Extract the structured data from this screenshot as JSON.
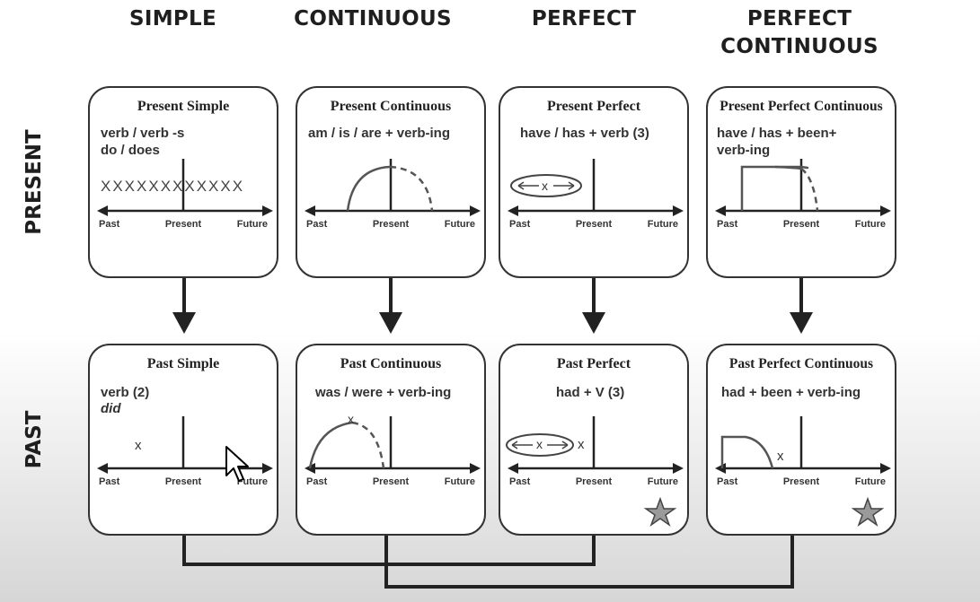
{
  "column_headers": [
    "SIMPLE",
    "CONTINUOUS",
    "PERFECT",
    [
      "PERFECT",
      "CONTINUOUS"
    ]
  ],
  "row_headers": [
    "PRESENT",
    "PAST"
  ],
  "timeline_labels": {
    "past": "Past",
    "present": "Present",
    "future": "Future"
  },
  "boxes": {
    "present_simple": {
      "title": "Present Simple",
      "form1": "verb / verb -s",
      "form2": "do / does",
      "marks": "XXXXXXXXXXXX"
    },
    "present_continuous": {
      "title": "Present Continuous",
      "form1": "am / is / are + verb-ing"
    },
    "present_perfect": {
      "title": "Present Perfect",
      "form1": "have / has + verb (3)",
      "mark": "x"
    },
    "present_perfect_continuous": {
      "title": "Present Perfect Continuous",
      "form1": "have / has + been+",
      "form2": "verb-ing"
    },
    "past_simple": {
      "title": "Past Simple",
      "form1": "verb (2)",
      "form2": "did",
      "mark": "x"
    },
    "past_continuous": {
      "title": "Past Continuous",
      "form1": "was / were + verb-ing",
      "mark": "x"
    },
    "past_perfect": {
      "title": "Past Perfect",
      "form1": "had + V (3)",
      "mark": "x",
      "mark2": "x"
    },
    "past_perfect_continuous": {
      "title": "Past Perfect Continuous",
      "form1": "had + been + verb-ing",
      "mark": "x"
    }
  },
  "colors": {
    "line": "#222222",
    "star_fill": "#9a9a9a",
    "curve": "#555555"
  }
}
